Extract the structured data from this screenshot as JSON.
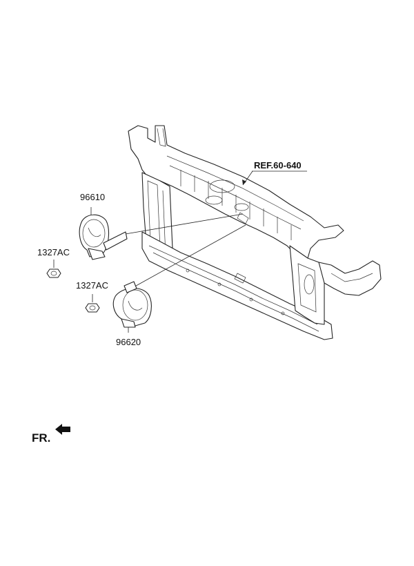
{
  "labels": {
    "ref": "REF.60-640",
    "horn_high": "96610",
    "horn_low": "96620",
    "nut_upper": "1327AC",
    "nut_lower": "1327AC",
    "front": "FR."
  }
}
